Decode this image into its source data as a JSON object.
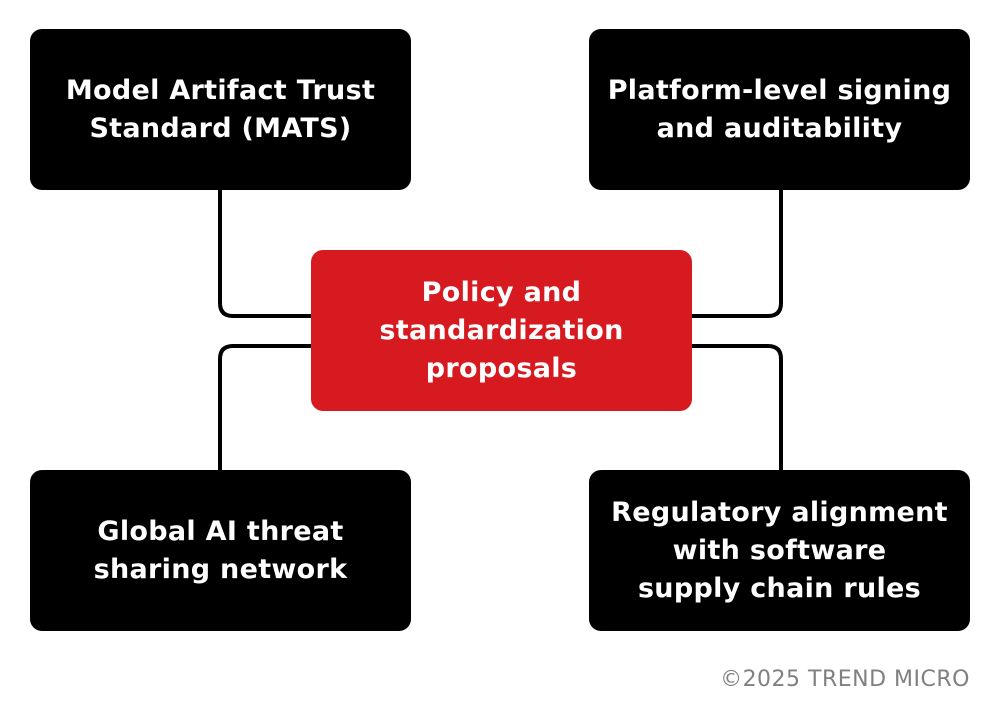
{
  "diagram": {
    "center": {
      "label": "Policy and\nstandardization\nproposals"
    },
    "nodes": {
      "top_left": {
        "label": "Model Artifact Trust\nStandard (MATS)"
      },
      "top_right": {
        "label": "Platform-level signing\nand auditability"
      },
      "bottom_left": {
        "label": "Global AI threat\nsharing network"
      },
      "bottom_right": {
        "label": "Regulatory alignment\nwith software\nsupply chain rules"
      }
    }
  },
  "footer": {
    "copyright": "©2025 TREND MICRO"
  },
  "colors": {
    "center_fill": "#d71920",
    "node_fill": "#000000",
    "text": "#ffffff",
    "footer_text": "#808080"
  }
}
